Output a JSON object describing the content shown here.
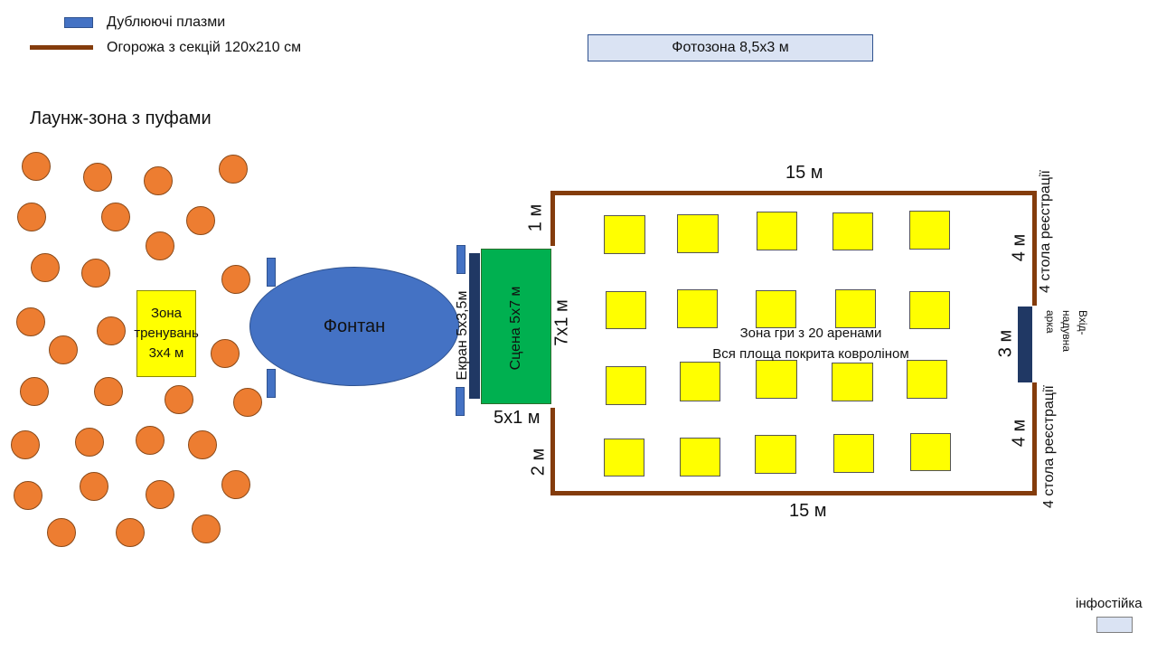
{
  "legend": {
    "plasma_label": "Дублюючі плазми",
    "fence_label": "Огорожа з секцій 120х210 см"
  },
  "photo_zone": {
    "label": "Фотозона 8,5х3 м"
  },
  "lounge": {
    "title": "Лаунж-зона з пуфами"
  },
  "training_zone": {
    "line1": "Зона",
    "line2": "тренувань",
    "line3": "3х4 м"
  },
  "fountain": {
    "label": "Фонтан"
  },
  "screen": {
    "label": "Екран 5х3,5м"
  },
  "stage": {
    "label": "Сцена 5х7 м",
    "size_right": "7х1 м",
    "size_bottom": "5х1 м"
  },
  "game_zone": {
    "line1": "Зона гри з 20 аренами",
    "line2": "Вся площа покрита ковроліном"
  },
  "dimensions": {
    "top": "15 м",
    "bottom": "15 м",
    "left_top": "1 м",
    "left_bottom": "2 м",
    "right_top": "4 м",
    "right_middle": "3 м",
    "right_bottom": "4 м"
  },
  "registration": {
    "top": "4 стола реєстрації",
    "bottom": "4 стола реєстрації"
  },
  "entrance": {
    "line1": "Вхід-",
    "line2": "надувна",
    "line3": "арка"
  },
  "info_stand": {
    "label": "інфостійка"
  },
  "colors": {
    "plasma": "#4472c4",
    "fence": "#843c0c",
    "pouf": "#ed7d31",
    "arena": "#ffff00",
    "stage": "#00b050",
    "screen": "#203864",
    "photo_zone": "#dae3f3"
  }
}
